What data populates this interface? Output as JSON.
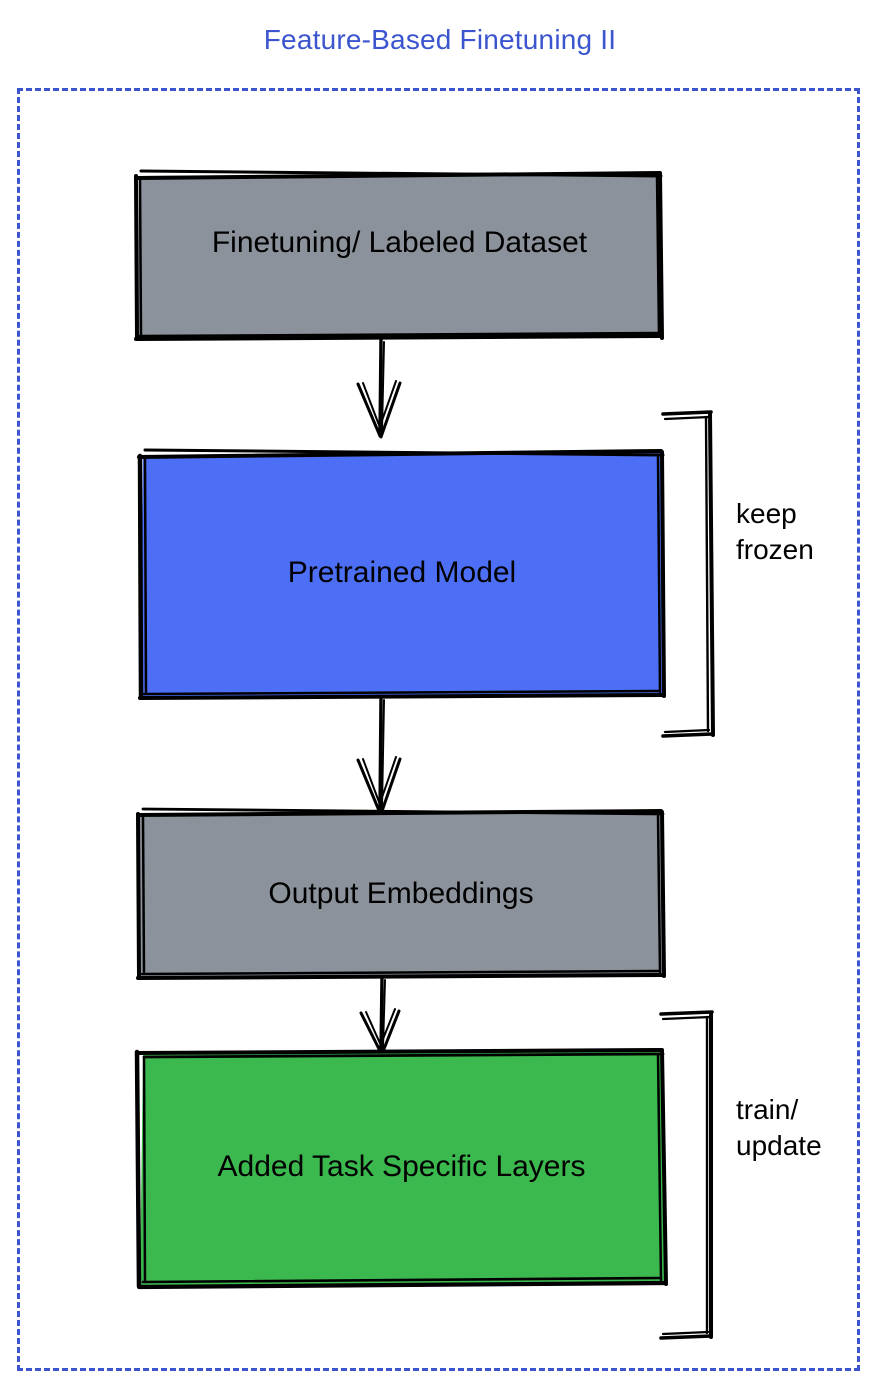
{
  "title": "Feature-Based Finetuning II",
  "colors": {
    "title": "#3b55cf",
    "frame_border": "#3b55cf",
    "gray_fill": "#8c929b",
    "blue_fill": "#4d6ff5",
    "green_fill": "#3cb94e",
    "stroke": "#000000",
    "background": "#ffffff"
  },
  "nodes": [
    {
      "id": "dataset",
      "label": "Finetuning/ Labeled Dataset",
      "fill": "#8c929b"
    },
    {
      "id": "pretrained",
      "label": "Pretrained Model",
      "fill": "#4d6ff5"
    },
    {
      "id": "embeddings",
      "label": "Output Embeddings",
      "fill": "#8c929b"
    },
    {
      "id": "task_layers",
      "label": "Added Task Specific Layers",
      "fill": "#3cb94e"
    }
  ],
  "annotations": [
    {
      "id": "keep_frozen",
      "label": "keep\nfrozen",
      "targets": "pretrained"
    },
    {
      "id": "train_update",
      "label": "train/\nupdate",
      "targets": "task_layers"
    }
  ],
  "edges": [
    {
      "from": "dataset",
      "to": "pretrained"
    },
    {
      "from": "pretrained",
      "to": "embeddings"
    },
    {
      "from": "embeddings",
      "to": "task_layers"
    }
  ]
}
